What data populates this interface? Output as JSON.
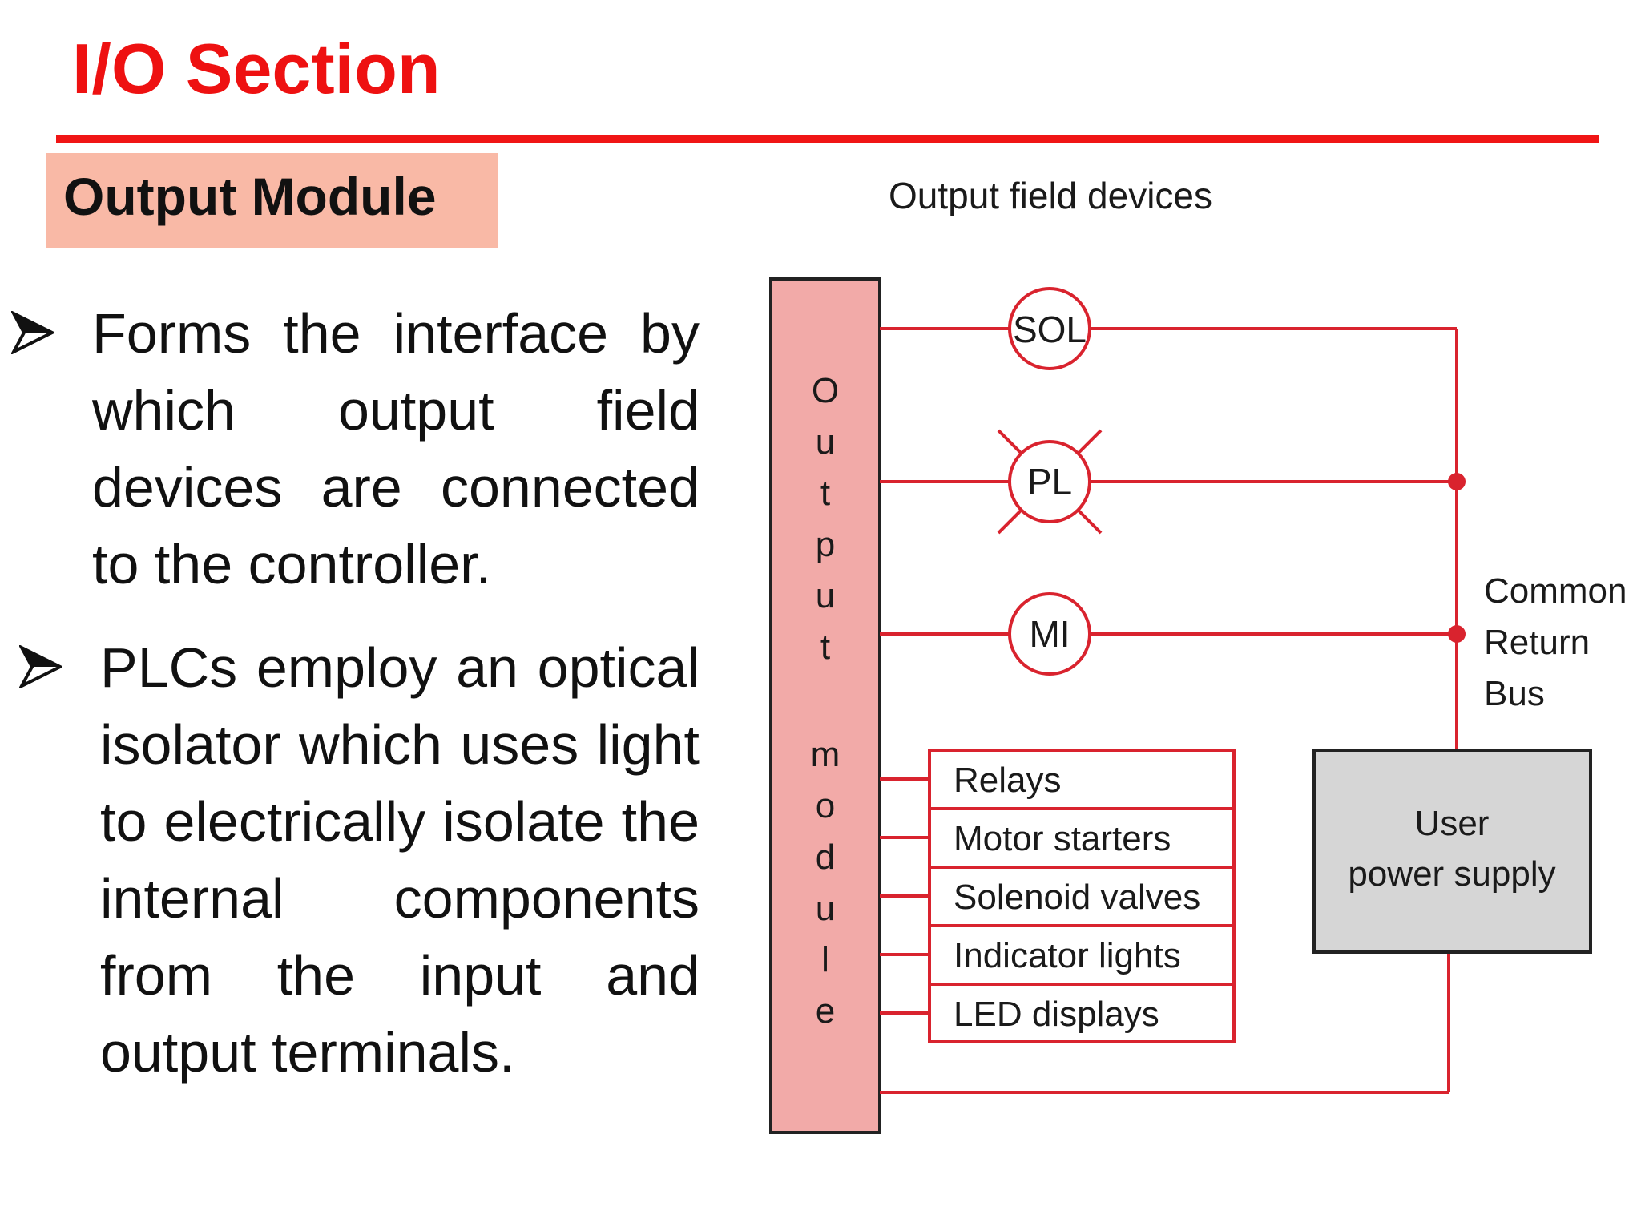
{
  "slide": {
    "title": "I/O Section",
    "section_label": "Output Module",
    "bullets": [
      {
        "text": "Forms the interface by which output field devices are connected to the controller."
      },
      {
        "text": "PLCs employ an optical isolator which uses light to electrically isolate the internal components from the input and output terminals."
      }
    ]
  },
  "diagram": {
    "caption": "Output field devices",
    "module_letters": [
      "O",
      "u",
      "t",
      "p",
      "u",
      "t",
      "m",
      "o",
      "d",
      "u",
      "l",
      "e"
    ],
    "devices": [
      "SOL",
      "PL",
      "MI"
    ],
    "device_list": [
      "Relays",
      "Motor starters",
      "Solenoid valves",
      "Indicator lights",
      "LED displays"
    ],
    "bus_label_lines": [
      "Common",
      "Return",
      "Bus"
    ],
    "power_supply_lines": [
      "User",
      "power supply"
    ]
  },
  "colors": {
    "title_red": "#ee1111",
    "rule_red": "#f01515",
    "section_fill": "#f9b9a6",
    "module_fill": "#f2aaa8",
    "wire_red": "#d9232e",
    "supply_fill": "#d6d6d6"
  },
  "icons": {
    "bullet": "arrowhead-bullet-icon"
  }
}
